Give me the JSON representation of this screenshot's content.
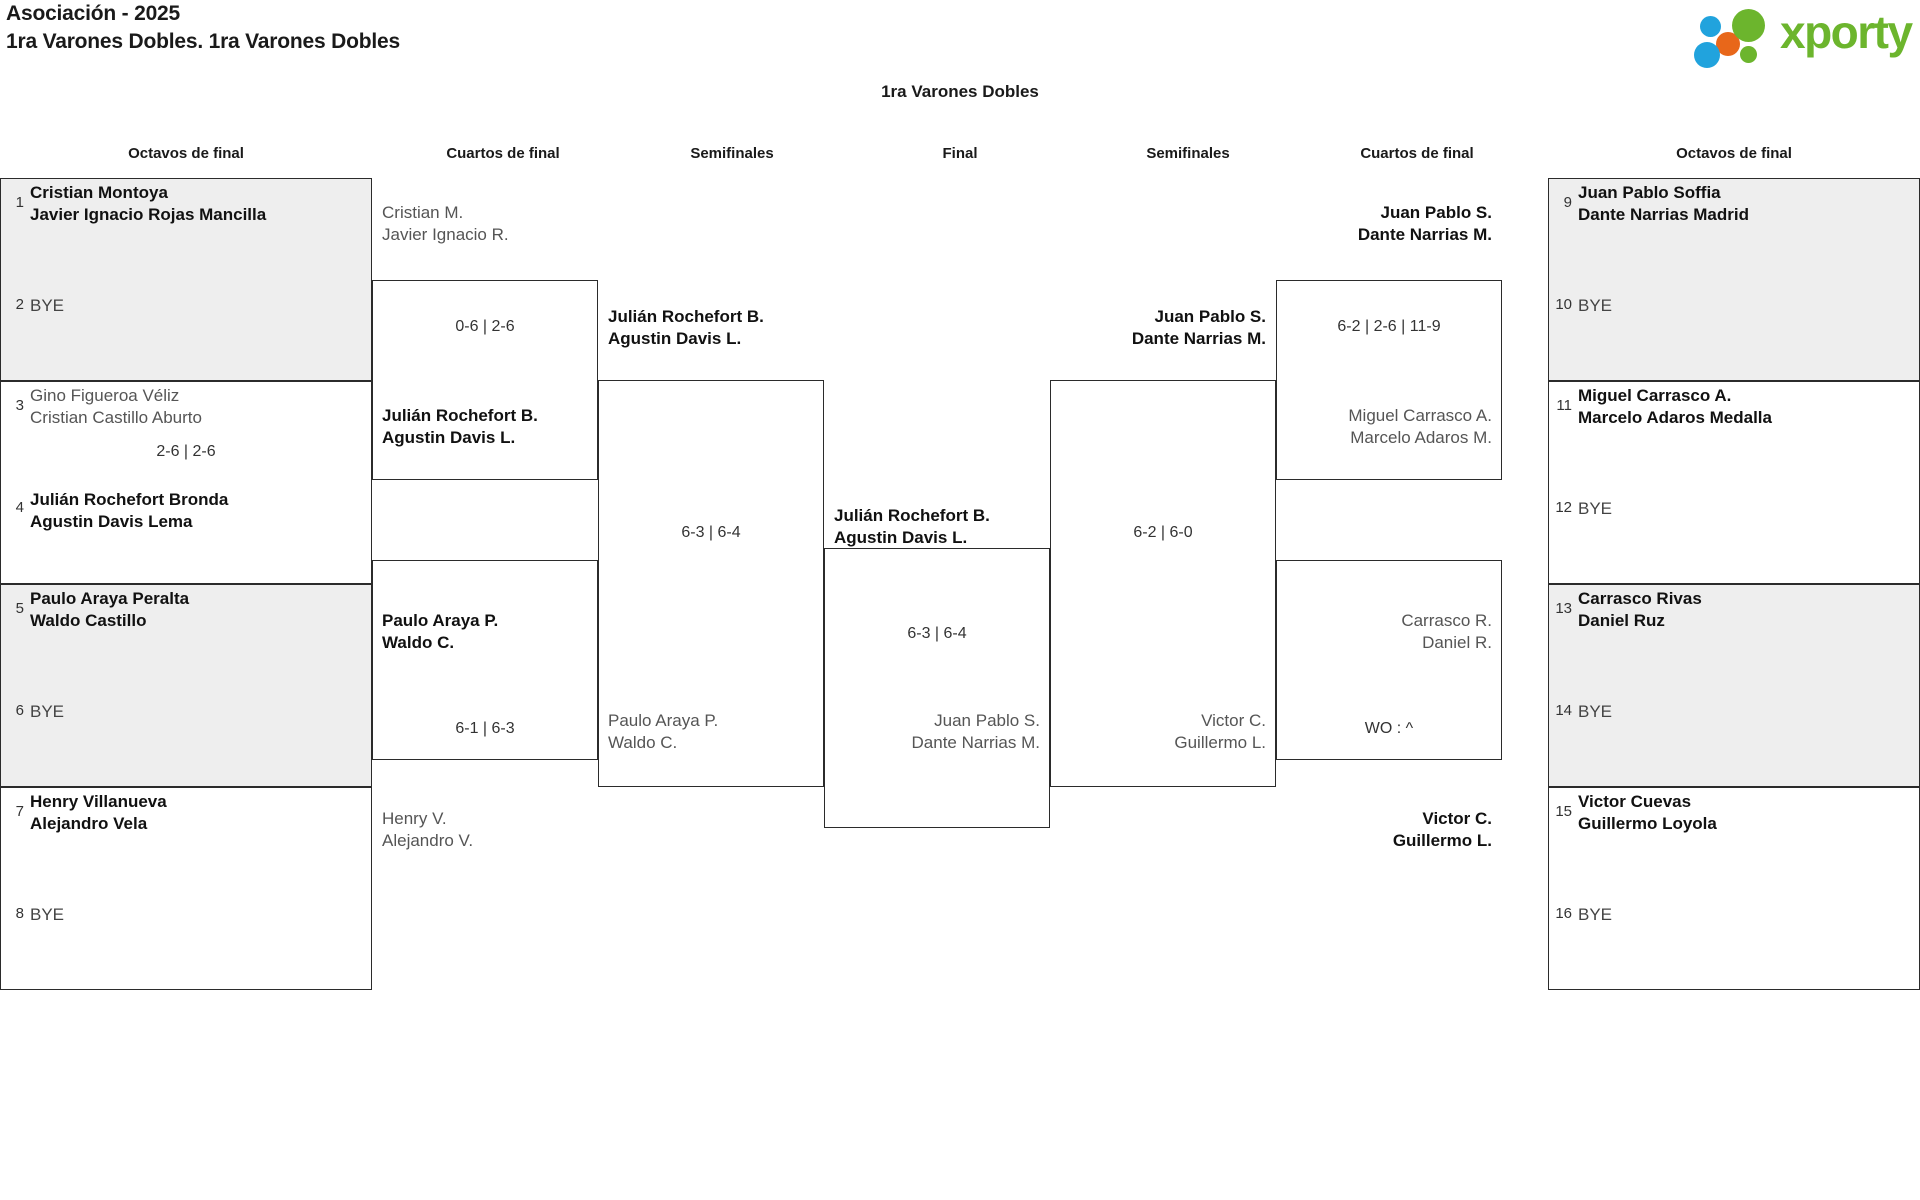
{
  "header": {
    "title": "Asociación - 2025",
    "subtitle": "1ra Varones Dobles. 1ra Varones Dobles",
    "logo_text": "xporty",
    "logo_colors": {
      "green": "#6cb52d",
      "blue": "#21a3dd",
      "orange": "#e8671a"
    }
  },
  "draw_title": "1ra Varones Dobles",
  "rounds": {
    "left_r16": "Octavos de final",
    "left_qf": "Cuartos de final",
    "left_sf": "Semifinales",
    "final": "Final",
    "right_sf": "Semifinales",
    "right_qf": "Cuartos de final",
    "right_r16": "Octavos de final"
  },
  "bye_label": "BYE",
  "left_r16": [
    {
      "seed_top": "1",
      "top_l1": "Cristian Montoya",
      "top_l2": "Javier Ignacio Rojas Mancilla",
      "top_state": "win",
      "seed_bot": "2",
      "bot_l1": "BYE",
      "bot_l2": "",
      "bot_state": "bye",
      "score": "",
      "shaded": true
    },
    {
      "seed_top": "3",
      "top_l1": "Gino Figueroa Véliz",
      "top_l2": "Cristian Castillo Aburto",
      "top_state": "lose",
      "seed_bot": "4",
      "bot_l1": "Julián Rochefort Bronda",
      "bot_l2": "Agustin Davis Lema",
      "bot_state": "win",
      "score": "2-6 | 2-6",
      "shaded": false
    },
    {
      "seed_top": "5",
      "top_l1": "Paulo Araya Peralta",
      "top_l2": "Waldo Castillo",
      "top_state": "win",
      "seed_bot": "6",
      "bot_l1": "BYE",
      "bot_l2": "",
      "bot_state": "bye",
      "score": "",
      "shaded": true
    },
    {
      "seed_top": "7",
      "top_l1": "Henry Villanueva",
      "top_l2": "Alejandro Vela",
      "top_state": "win",
      "seed_bot": "8",
      "bot_l1": "BYE",
      "bot_l2": "",
      "bot_state": "bye",
      "score": "",
      "shaded": false
    }
  ],
  "left_qf": [
    {
      "top_l1": "Cristian M.",
      "top_l2": "Javier Ignacio R.",
      "top_state": "lose",
      "bot_l1": "Julián Rochefort B.",
      "bot_l2": "Agustin Davis L.",
      "bot_state": "win",
      "score": "0-6 | 2-6"
    },
    {
      "top_l1": "Paulo Araya P.",
      "top_l2": "Waldo C.",
      "top_state": "win",
      "bot_l1": "Henry V.",
      "bot_l2": "Alejandro V.",
      "bot_state": "lose",
      "score": "6-1 | 6-3"
    }
  ],
  "left_sf": [
    {
      "top_l1": "Julián Rochefort B.",
      "top_l2": "Agustin Davis L.",
      "top_state": "win",
      "bot_l1": "Paulo Araya P.",
      "bot_l2": "Waldo C.",
      "bot_state": "lose",
      "score": "6-3 | 6-4"
    }
  ],
  "final": {
    "top_l1": "Julián Rochefort B.",
    "top_l2": "Agustin Davis L.",
    "top_state": "win",
    "bot_l1": "Juan Pablo S.",
    "bot_l2": "Dante Narrias M.",
    "bot_state": "lose",
    "score": "6-3 | 6-4"
  },
  "right_sf": [
    {
      "top_l1": "Juan Pablo S.",
      "top_l2": "Dante Narrias M.",
      "top_state": "win",
      "bot_l1": "Victor C.",
      "bot_l2": "Guillermo L.",
      "bot_state": "lose",
      "score": "6-2 | 6-0"
    }
  ],
  "right_qf": [
    {
      "top_l1": "Juan Pablo S.",
      "top_l2": "Dante Narrias M.",
      "top_state": "win",
      "bot_l1": "Miguel Carrasco A.",
      "bot_l2": "Marcelo Adaros M.",
      "bot_state": "lose",
      "score": "6-2 | 2-6 | 11-9"
    },
    {
      "top_l1": "Carrasco R.",
      "top_l2": "Daniel R.",
      "top_state": "lose",
      "bot_l1": "Victor C.",
      "bot_l2": "Guillermo L.",
      "bot_state": "win",
      "score": "WO : ^"
    }
  ],
  "right_r16": [
    {
      "seed_top": "9",
      "top_l1": "Juan Pablo Soffia",
      "top_l2": "Dante Narrias Madrid",
      "top_state": "win",
      "seed_bot": "10",
      "bot_l1": "BYE",
      "bot_l2": "",
      "bot_state": "bye",
      "score": "",
      "shaded": true
    },
    {
      "seed_top": "11",
      "top_l1": "Miguel Carrasco A.",
      "top_l2": "Marcelo Adaros Medalla",
      "top_state": "win",
      "seed_bot": "12",
      "bot_l1": "BYE",
      "bot_l2": "",
      "bot_state": "bye",
      "score": "",
      "shaded": false
    },
    {
      "seed_top": "13",
      "top_l1": "Carrasco Rivas",
      "top_l2": "Daniel Ruz",
      "top_state": "win",
      "seed_bot": "14",
      "bot_l1": "BYE",
      "bot_l2": "",
      "bot_state": "bye",
      "score": "",
      "shaded": true
    },
    {
      "seed_top": "15",
      "top_l1": "Victor Cuevas",
      "top_l2": "Guillermo Loyola",
      "top_state": "win",
      "seed_bot": "16",
      "bot_l1": "BYE",
      "bot_l2": "",
      "bot_state": "bye",
      "score": "",
      "shaded": false
    }
  ]
}
